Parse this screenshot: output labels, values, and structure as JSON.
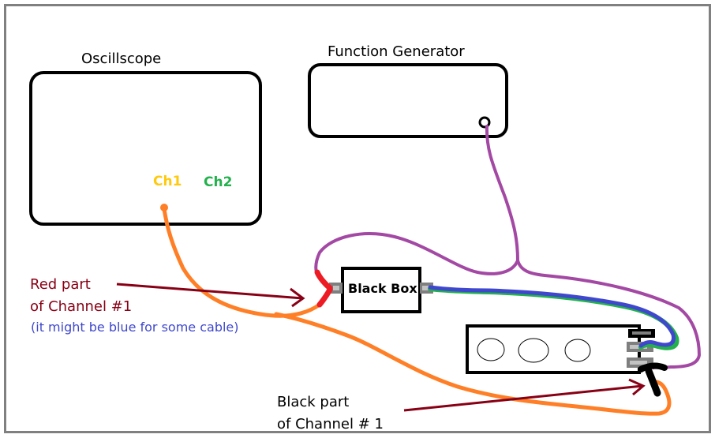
{
  "labels": {
    "oscilloscope": "Oscillscope",
    "function_generator": "Function Generator",
    "ch1": "Ch1",
    "ch2": "Ch2",
    "black_box": "Black Box",
    "red_part_line1": "Red part",
    "red_part_line2": "of Channel #1",
    "red_part_note": "(it might be blue for some cable)",
    "black_part_line1": "Black part",
    "black_part_line2": "of Channel # 1"
  },
  "colors": {
    "border": "#808080",
    "outline": "#000000",
    "ch1": "#ffc90e",
    "ch2": "#22b14c",
    "probe_orange": "#ff7f27",
    "fg_wire_purple": "#a349a4",
    "red_clip": "#ed1c24",
    "blue_wire": "#3f48cc",
    "green_wire": "#22b14c",
    "arrow": "#880015",
    "note_blue": "#3f48cc",
    "terminal_gray": "#7f7f7f",
    "terminal_light": "#c3c3c3"
  }
}
